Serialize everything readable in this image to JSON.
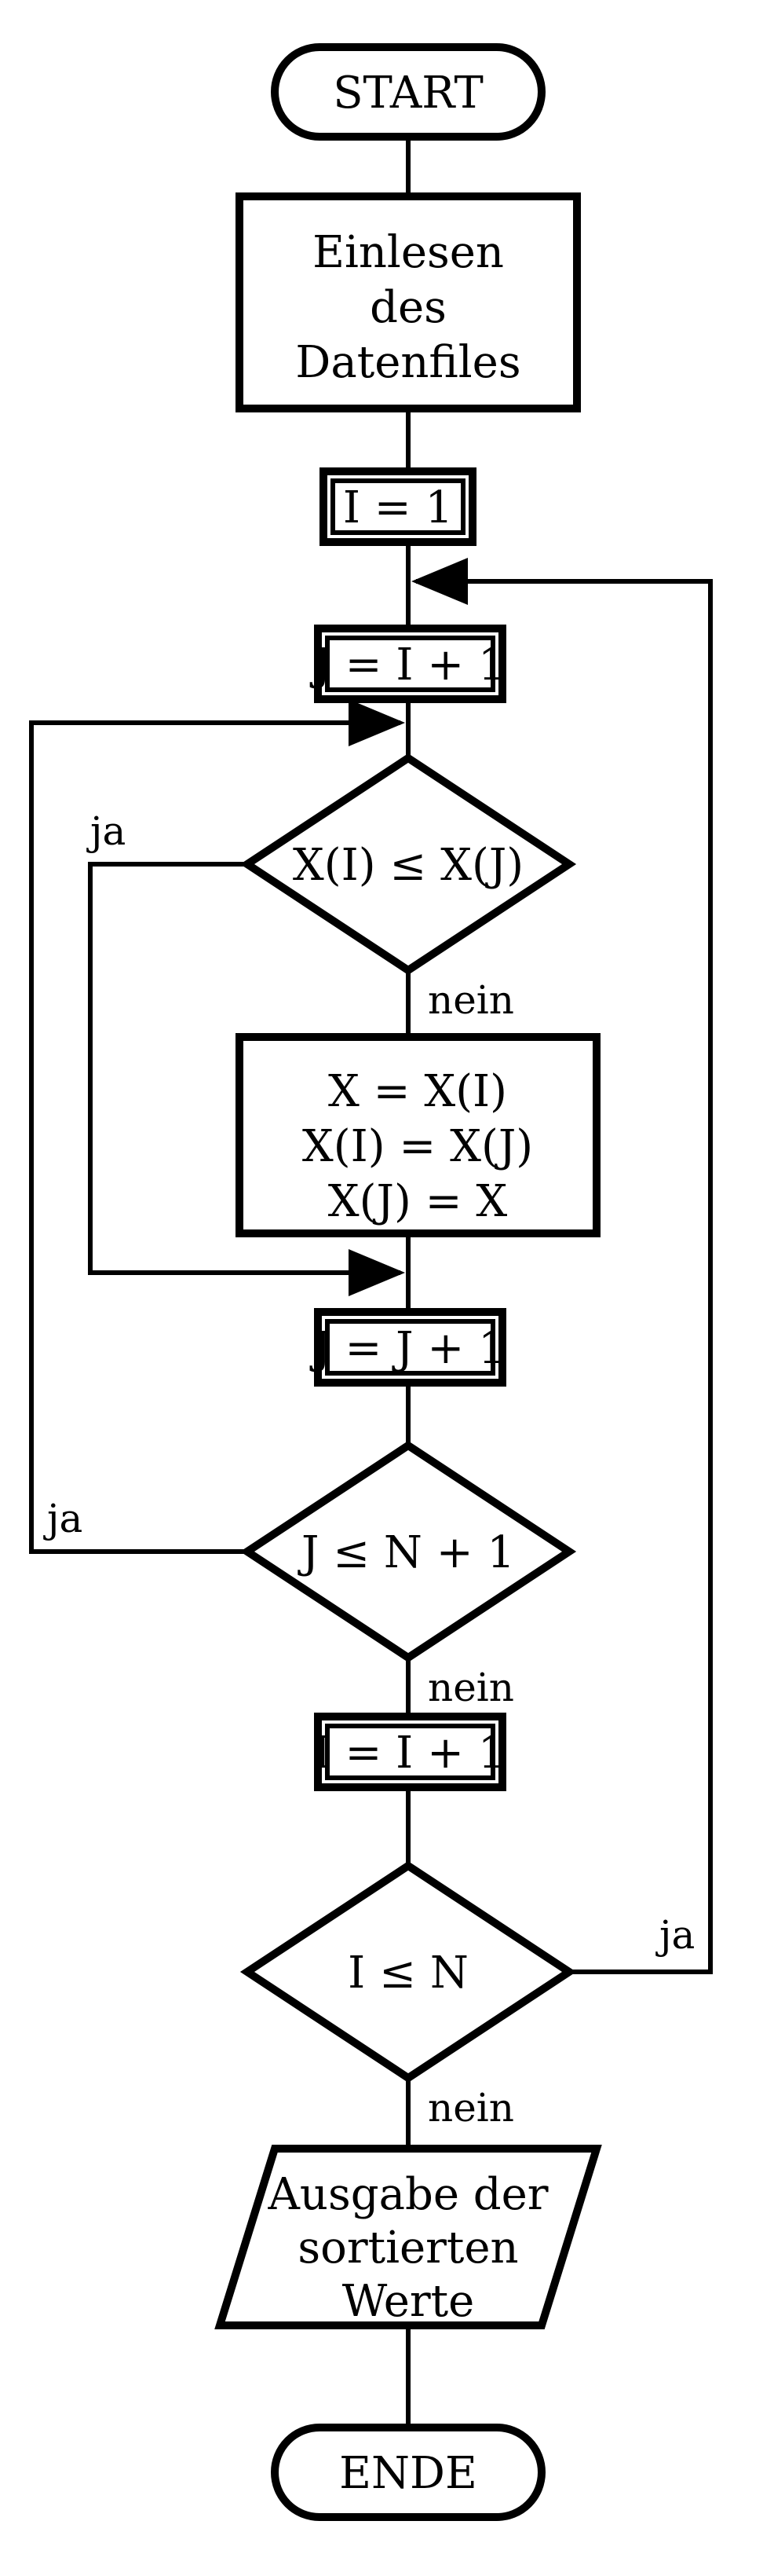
{
  "nodes": {
    "start": "START",
    "read_1": "Einlesen",
    "read_2": "des",
    "read_3": "Datenfiles",
    "init_i": "I = 1",
    "init_j": "J = I + 1",
    "cond_1": "X(I) ≤ X(J)",
    "swap_1": "X = X(I)",
    "swap_2": "X(I) = X(J)",
    "swap_3": "X(J) = X",
    "inc_j": "J = J + 1",
    "cond_2": "J ≤ N + 1",
    "inc_i": "I = I + 1",
    "cond_3": "I ≤ N",
    "out_1": "Ausgabe der",
    "out_2": "sortierten",
    "out_3": "Werte",
    "end": "ENDE"
  },
  "edges": {
    "cond1_yes": "ja",
    "cond1_no": "nein",
    "cond2_yes": "ja",
    "cond2_no": "nein",
    "cond3_yes": "ja",
    "cond3_no": "nein"
  }
}
